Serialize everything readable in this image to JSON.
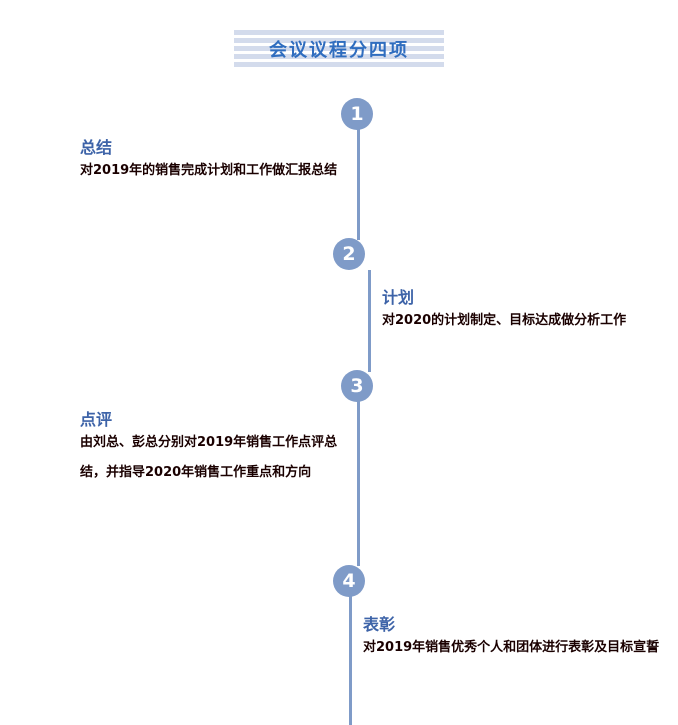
{
  "title": "会议议程分四项",
  "colors": {
    "accent": "#7f9bc8",
    "heading": "#3d63a8",
    "title": "#2f6dbf"
  },
  "items": [
    {
      "num": "1",
      "heading": "总结",
      "text": "对2019年的销售完成计划和工作做汇报总结"
    },
    {
      "num": "2",
      "heading": "计划",
      "text": "对2020的计划制定、目标达成做分析工作"
    },
    {
      "num": "3",
      "heading": "点评",
      "text": "由刘总、彭总分别对2019年销售工作点评总结，并指导2020年销售工作重点和方向"
    },
    {
      "num": "4",
      "heading": "表彰",
      "text": "对2019年销售优秀个人和团体进行表彰及目标宣誓"
    }
  ]
}
